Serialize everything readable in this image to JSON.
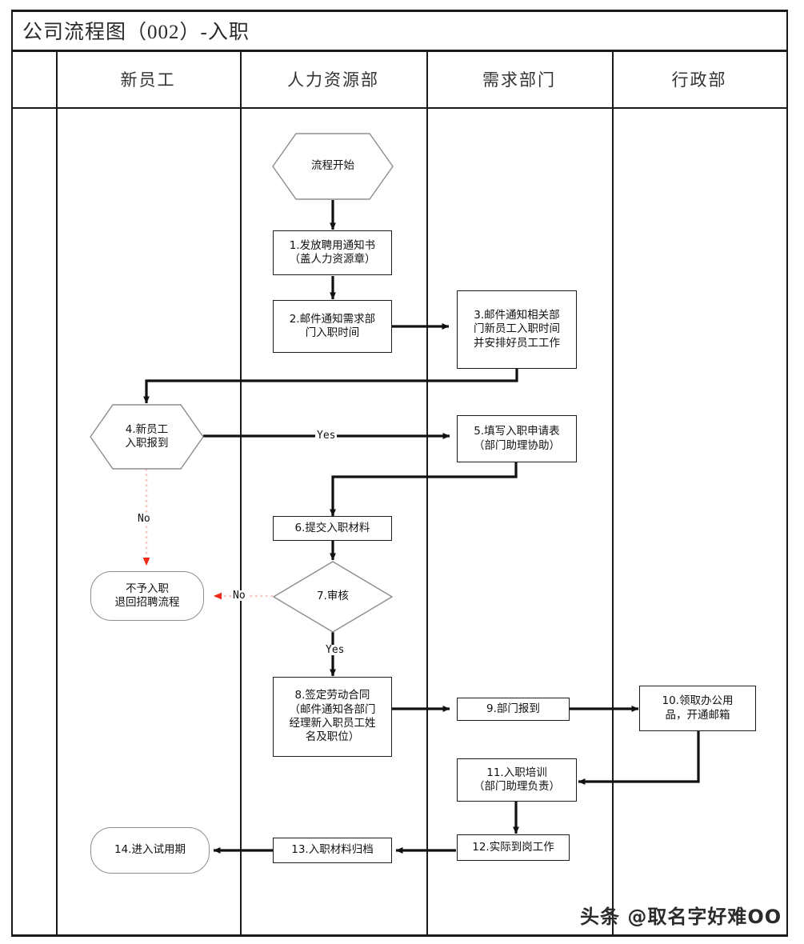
{
  "document": {
    "title": "公司流程图（002）-入职",
    "watermark": "头条 @取名字好难OO"
  },
  "columns": [
    {
      "label": "新员工"
    },
    {
      "label": "人力资源部"
    },
    {
      "label": "需求部门"
    },
    {
      "label": "行政部"
    }
  ],
  "nodes": {
    "start": {
      "label": "流程开始",
      "shape": "hexagon",
      "lane": "人力资源部"
    },
    "n1": {
      "label": "1.发放聘用通知书\n（盖人力资源章）",
      "shape": "rect",
      "lane": "人力资源部"
    },
    "n2": {
      "label": "2.邮件通知需求部\n门入职时间",
      "shape": "rect",
      "lane": "人力资源部"
    },
    "n3": {
      "label": "3.邮件通知相关部\n门新员工入职时间\n并安排好员工工作",
      "shape": "rect",
      "lane": "需求部门"
    },
    "n4": {
      "label": "4.新员工\n入职报到",
      "shape": "hexagon",
      "lane": "新员工"
    },
    "n5": {
      "label": "5.填写入职申请表\n（部门助理协助）",
      "shape": "rect",
      "lane": "需求部门"
    },
    "n6": {
      "label": "6.提交入职材料",
      "shape": "rect",
      "lane": "人力资源部"
    },
    "n7": {
      "label": "7.审核",
      "shape": "diamond",
      "lane": "人力资源部"
    },
    "reject": {
      "label": "不予入职\n退回招聘流程",
      "shape": "rounded",
      "lane": "新员工"
    },
    "n8": {
      "label": "8.签定劳动合同\n（邮件通知各部门\n经理新入职员工姓\n名及职位）",
      "shape": "rect",
      "lane": "人力资源部"
    },
    "n9": {
      "label": "9.部门报到",
      "shape": "rect",
      "lane": "需求部门"
    },
    "n10": {
      "label": "10.领取办公用\n品，开通邮箱",
      "shape": "rect",
      "lane": "行政部"
    },
    "n11": {
      "label": "11.入职培训\n（部门助理负责）",
      "shape": "rect",
      "lane": "需求部门"
    },
    "n12": {
      "label": "12.实际到岗工作",
      "shape": "rect",
      "lane": "需求部门"
    },
    "n13": {
      "label": "13.入职材料归档",
      "shape": "rect",
      "lane": "人力资源部"
    },
    "n14": {
      "label": "14.进入试用期",
      "shape": "rounded",
      "lane": "新员工"
    }
  },
  "edge_labels": {
    "yes_4_to_5": "Yes",
    "no_4_to_reject": "No",
    "no_7_to_reject": "No",
    "yes_7_to_8": "Yes"
  },
  "colors": {
    "border": "#1c1c1c",
    "soft_border": "#8d8d8d",
    "arrow": "#111111",
    "reject_line": "#f7c6c0",
    "reject_arrow": "#ef2a16",
    "background": "#ffffff"
  }
}
